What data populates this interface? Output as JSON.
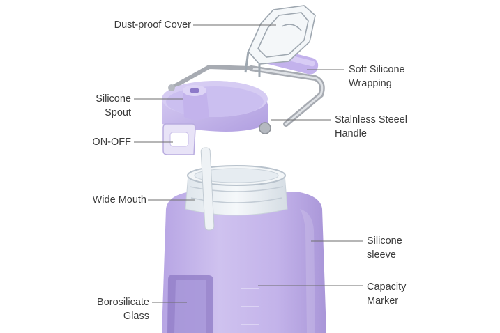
{
  "labels": {
    "dust_proof_cover": [
      "Dust-proof Cover"
    ],
    "silicone_spout": [
      "Silicone",
      "Spout"
    ],
    "on_off": [
      "ON-OFF"
    ],
    "wide_mouth": [
      "Wide Mouth"
    ],
    "borosilicate_glass": [
      "Borosilicate",
      "Glass"
    ],
    "soft_silicone_wrapping": [
      "Soft Silicone",
      "Wrapping"
    ],
    "stainless_steel_handle": [
      "Stalnless Steeel",
      "Handle"
    ],
    "silicone_sleeve": [
      "Silicone",
      "sleeve"
    ],
    "capacity_marker": [
      "Capacity",
      "Marker"
    ]
  },
  "colors": {
    "lavender": "#c7b8ea",
    "lavender_dark": "#a996d8",
    "steel": "#b9bcc2",
    "glass": "#e7edf2",
    "text": "#3b3b3b",
    "leader_line": "#6e6e6e"
  }
}
